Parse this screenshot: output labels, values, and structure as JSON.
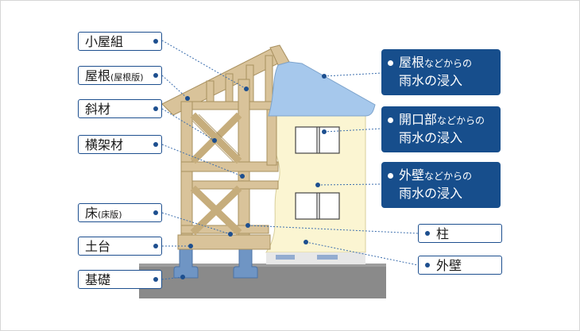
{
  "left_labels": [
    {
      "id": "koyagumi",
      "text": "小屋組",
      "sub": ""
    },
    {
      "id": "yane",
      "text": "屋根",
      "sub": "(屋根版)"
    },
    {
      "id": "shazai",
      "text": "斜材",
      "sub": ""
    },
    {
      "id": "yokokazai",
      "text": "横架材",
      "sub": ""
    },
    {
      "id": "yuka",
      "text": "床",
      "sub": "(床版)"
    },
    {
      "id": "dodai",
      "text": "土台",
      "sub": ""
    },
    {
      "id": "kiso",
      "text": "基礎",
      "sub": ""
    }
  ],
  "right_labels": [
    {
      "id": "hashira",
      "text": "柱"
    },
    {
      "id": "gaiheki",
      "text": "外壁"
    }
  ],
  "callouts": [
    {
      "id": "roof-rain",
      "line1_main": "屋根",
      "line1_small": "などからの",
      "line2": "雨水の浸入"
    },
    {
      "id": "opening-rain",
      "line1_main": "開口部",
      "line1_small": "などからの",
      "line2": "雨水の浸入"
    },
    {
      "id": "wall-rain",
      "line1_main": "外壁",
      "line1_small": "などからの",
      "line2": "雨水の浸入"
    }
  ],
  "colors": {
    "wood": "#d9c39a",
    "wood_stroke": "#a8905f",
    "wall": "#fbf5d2",
    "roof": "#a6c8ec",
    "ground": "#8a8a8a",
    "navy": "#174e8c",
    "foundation": "#6f95c4"
  }
}
